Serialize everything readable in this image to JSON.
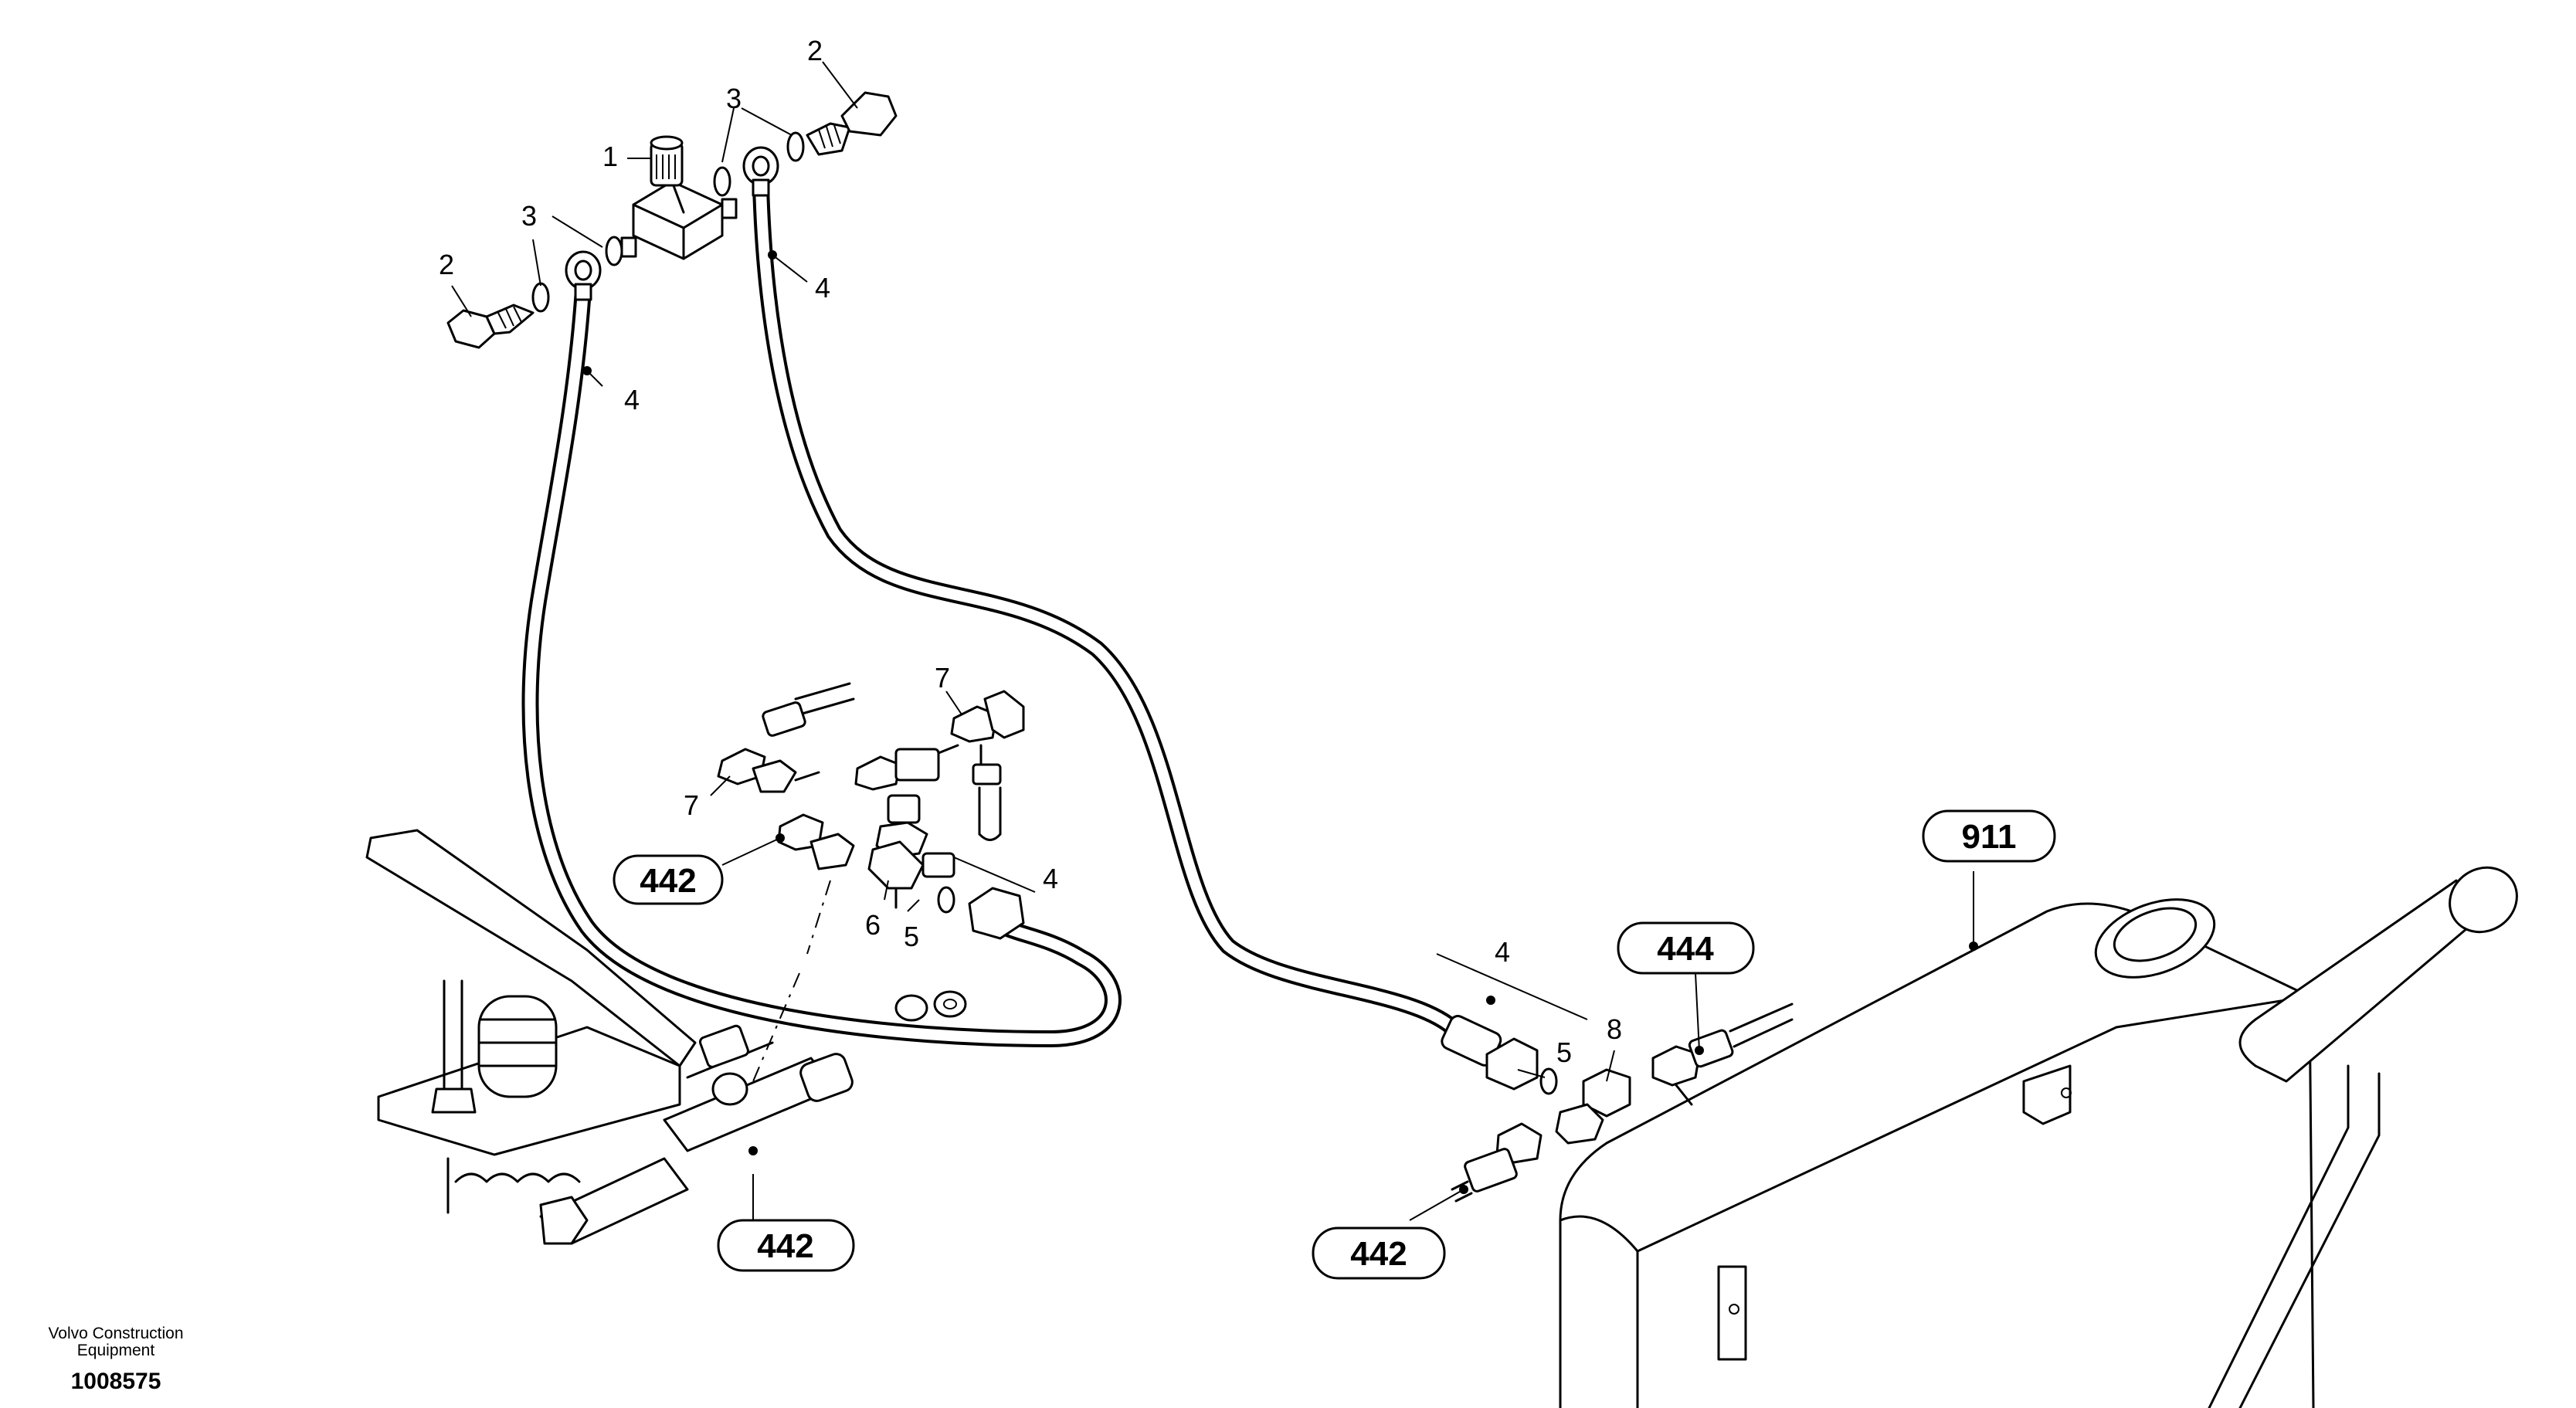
{
  "callouts": [
    "1",
    "2",
    "2",
    "3",
    "3",
    "4",
    "4",
    "4",
    "4",
    "5",
    "5",
    "6",
    "7",
    "7",
    "8"
  ],
  "references": [
    "442",
    "442",
    "442",
    "444",
    "911"
  ],
  "footer": {
    "company": "Volvo Construction Equipment",
    "drawing_number": "1008575"
  }
}
